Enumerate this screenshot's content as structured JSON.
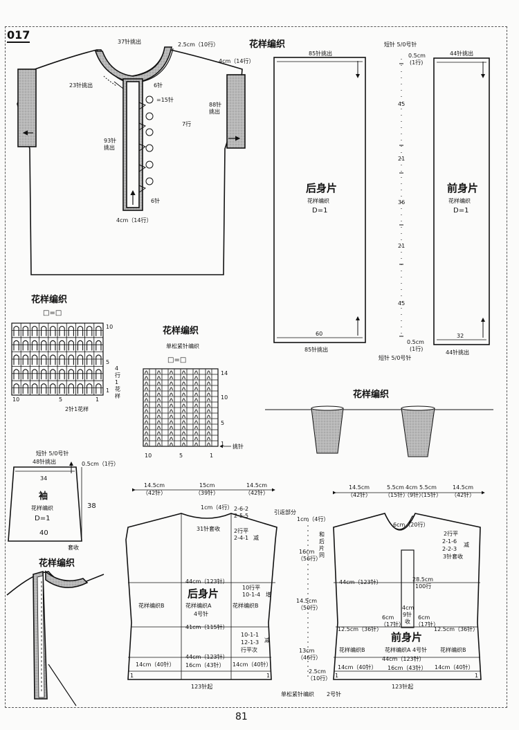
{
  "page_tag": "017",
  "page_number": "81",
  "pattern_title": "花样编织",
  "sweater": {
    "neck_pickup": "37针挑出",
    "neck_rows": "2.5cm（10行）",
    "sleeve_rows": "4cm（14行）",
    "front_neck_pickup": "23针挑出",
    "placket_top": "6针",
    "buttonhole": "=15针",
    "gap": "7行",
    "placket_pickup_a": "93针",
    "placket_pickup_b": "挑出",
    "placket_bottom": "6针",
    "placket_width": "4cm（14行）",
    "armhole_pickup_a": "88针",
    "armhole_pickup_b": "挑出"
  },
  "strip_back": {
    "top_label": "85针挑出",
    "bottom_inner": "60",
    "bottom_label": "85针挑出",
    "name": "后身片",
    "sub": "花样编织",
    "d": "D=1"
  },
  "strip_mid": {
    "needle": "短针  5/0号针",
    "top_rows": "0.5cm",
    "top_rows2": "(1行)",
    "s1": "45",
    "s2": "21",
    "s3": "36",
    "s4": "21",
    "s5": "45",
    "bottom_rows": "0.5cm",
    "bottom_rows2": "(1行)",
    "bottom_needle": "短针  5/0号针"
  },
  "strip_front": {
    "top_label": "44针挑出",
    "bottom_inner": "32",
    "bottom_label": "44针挑出",
    "name": "前身片",
    "sub": "花样编织",
    "d": "D=1"
  },
  "grid1": {
    "title": "花样编织",
    "legend": "□=□",
    "r10": "10",
    "r5": "5",
    "r1": "1",
    "c10": "10",
    "c5": "5",
    "c1": "1",
    "repeat_rows": "4行1花样",
    "repeat_sts": "2针1花样"
  },
  "grid2": {
    "title": "花样编织",
    "subtitle": "单松紧针编织",
    "legend": "□=□",
    "r14": "14",
    "r10": "10",
    "r5": "5",
    "r1": "1",
    "c10": "10",
    "c5": "5",
    "c1": "1",
    "pick": "挑针"
  },
  "bead_title": "花样编织",
  "sleeve": {
    "needle": "短针  5/0号针",
    "top_pickup": "48针挑出",
    "top_rows": "0.5cm（1行）",
    "top_width": "34",
    "name": "袖",
    "sub": "花样编织",
    "d": "D=1",
    "length": "38",
    "bottom": "40",
    "cast": "套收"
  },
  "collar_title": "花样编织",
  "back": {
    "w1": "14.5cm",
    "w1s": "（42针）",
    "w2": "15cm",
    "w2s": "（39针）",
    "w3": "14.5cm",
    "w3s": "（42针）",
    "neck": "1cm（4行）",
    "neck_dec": "31针套收",
    "shaping_a": "2-6-2",
    "shaping_b": "2-5-5",
    "shaping_c": "2-4-1",
    "shaping_d": "引返部分",
    "shaping_e": "2行平",
    "dec1": "减",
    "chest": "44cm（123针）",
    "waist": "41cm（115针）",
    "flat10": "10行平",
    "inc": "10-1-4",
    "inc_lbl": "增",
    "dec_a": "10-1-1",
    "dec_b": "12-1-3",
    "dec_c": "行平次",
    "dec_lbl": "减",
    "hip": "44cm（123针）",
    "hem_l": "14cm（40针）",
    "hem_m": "16cm（43针）",
    "hem_r": "14cm（40针）",
    "cast_on": "123针起",
    "name": "后身片",
    "sub1": "花样编织A",
    "sub2": "4号针",
    "side_l": "花样编织B",
    "side_r": "花样编织B",
    "rib1": "1",
    "rib2": "1"
  },
  "front": {
    "w1": "14.5cm",
    "w1s": "（42针）",
    "w2": "5.5cm",
    "w2s": "（15针）",
    "w3": "4cm",
    "w3s": "（9针）",
    "w4": "5.5cm",
    "w4s": "（15针）",
    "w5": "14.5cm",
    "w5s": "（42针）",
    "shoulder": "1cm（4行）",
    "same": "和后片同",
    "neck": "6cm（20行）",
    "shape1": "2行平",
    "shape2": "2-1-6",
    "shape3": "2-2-3",
    "shape4": "3针套收",
    "shape_dec": "减",
    "h1": "16cm",
    "h1s": "（56行）",
    "h2": "14.5cm",
    "h2s": "（50行）",
    "h3": "13cm",
    "h3s": "（46行）",
    "h4": "2.5cm",
    "h4s": "（10行）",
    "chest": "44cm（123针）",
    "placket": "28.5cm",
    "placket_s": "100行",
    "plk4": "4cm",
    "plk9": "9针",
    "plk_c": "收",
    "l6": "6cm",
    "l6s": "（17针）",
    "r6": "6cm",
    "r6s": "（17针）",
    "side_l": "12.5cm（36针）",
    "side_r": "12.5cm（36针）",
    "name": "前身片",
    "side_bl": "花样编织B",
    "center": "花样编织A 4号针",
    "side_br": "花样编织B",
    "hip": "44cm（123针）",
    "hem_l": "14cm（40针）",
    "hem_m": "16cm（43针）",
    "hem_r": "14cm（40针）",
    "cast_on": "123针起",
    "rib1": "1",
    "rib2": "1"
  },
  "bottom_note_a": "单松紧针编织",
  "bottom_note_b": "2号针"
}
